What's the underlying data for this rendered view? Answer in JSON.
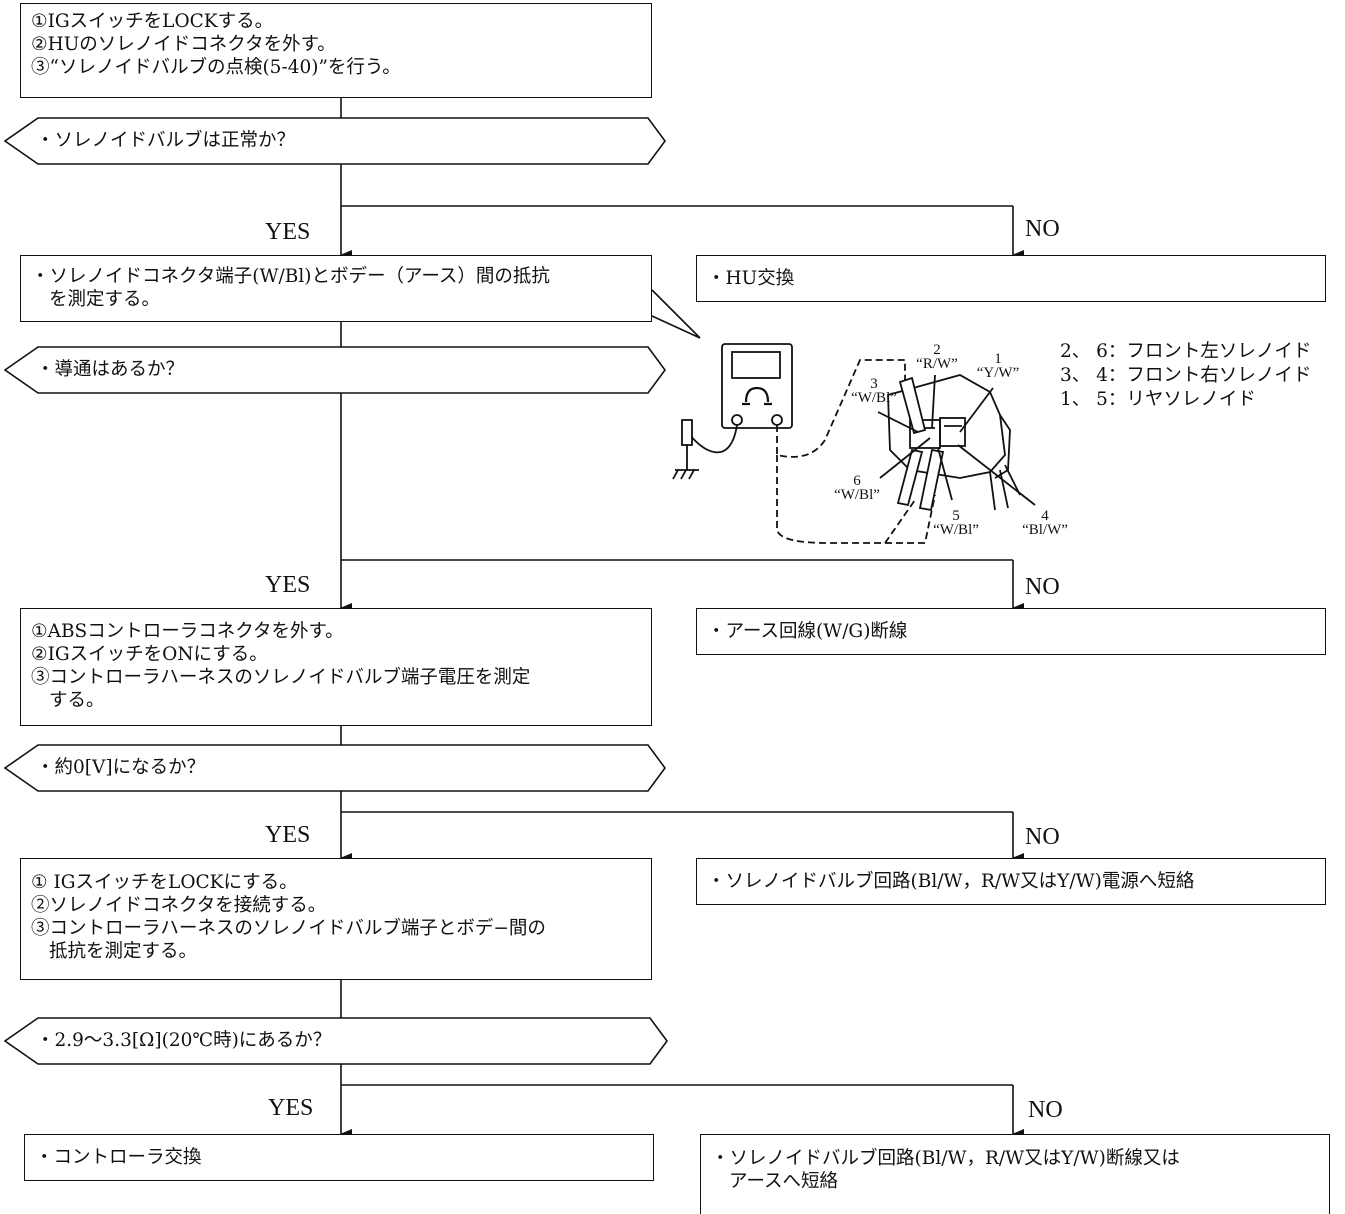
{
  "steps": {
    "s1": [
      "①IGスイッチをLOCKする。",
      "②HUのソレノイドコネクタを外す。",
      "③“ソレノイドバルブの点検(5-40)”を行う。"
    ],
    "q1": "・ソレノイドバルブは正常か？",
    "no1": "・HU交換",
    "s2": [
      "・ソレノイドコネクタ端子(W/Bl)とボデー（アース）間の抵抗",
      "を測定する。"
    ],
    "q2": "・導通はあるか？",
    "no2": "・アース回線(W/G)断線",
    "s3": [
      "①ABSコントローラコネクタを外す。",
      "②IGスイッチをONにする。",
      "③コントローラハーネスのソレノイドバルブ端子電圧を測定",
      "する。"
    ],
    "q3": "・約0[V]になるか？",
    "no3": "・ソレノイドバルブ回路(Bl/W，R/W又はY/W)電源へ短絡",
    "s4": [
      "① IGスイッチをLOCKにする。",
      "②ソレノイドコネクタを接続する。",
      "③コントローラハーネスのソレノイドバルブ端子とボデ−間の",
      "抵抗を測定する。"
    ],
    "q4": "・2.9〜3.3[Ω](20℃時)にあるか？",
    "yes4": "・コントローラ交換",
    "no4": [
      "・ソレノイドバルブ回路(Bl/W，R/W又はY/W)断線又は",
      "アースへ短絡"
    ]
  },
  "labels": {
    "yes": "YES",
    "no": "NO"
  },
  "connector": {
    "pins": [
      {
        "num": "1",
        "wire": "“Y/W”"
      },
      {
        "num": "2",
        "wire": "“R/W”"
      },
      {
        "num": "3",
        "wire": "“W/Bl”"
      },
      {
        "num": "4",
        "wire": "“Bl/W”"
      },
      {
        "num": "5",
        "wire": "“W/Bl”"
      },
      {
        "num": "6",
        "wire": "“W/Bl”"
      }
    ]
  },
  "legend": [
    "2、 6：フロント左ソレノイド",
    "3、 4：フロント右ソレノイド",
    "1、 5：リヤソレノイド"
  ]
}
